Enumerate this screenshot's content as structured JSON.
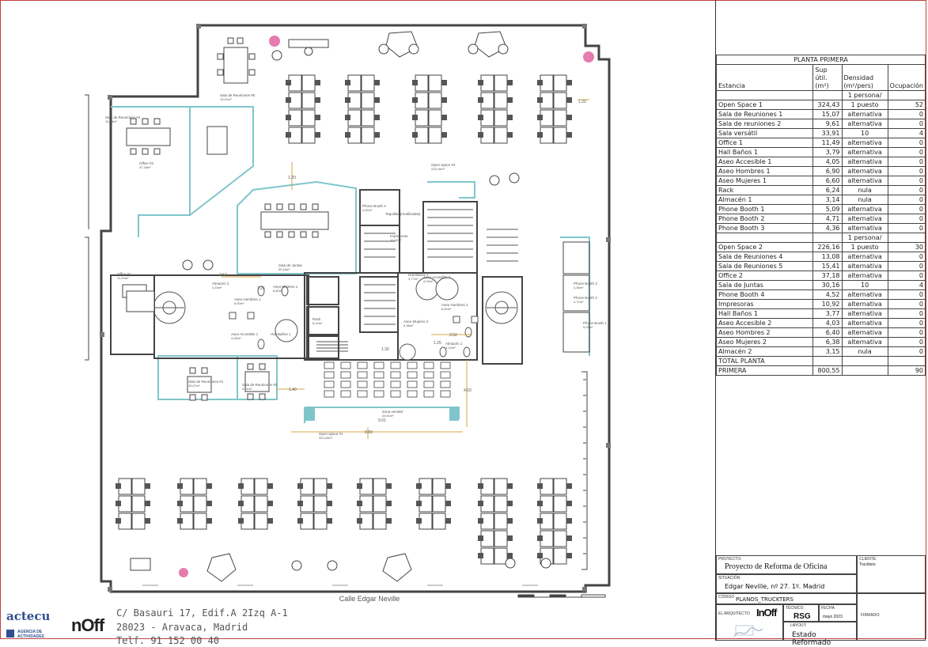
{
  "floor_plan": {
    "street_label": "Calle Edgar Neville",
    "rooms": [
      {
        "name": "Sala de Reuniones #5",
        "area": "15,41m²"
      },
      {
        "name": "Sala de Reuniones #4",
        "area": "13,08m²"
      },
      {
        "name": "Office #2",
        "area": "37,18m²"
      },
      {
        "name": "Open space #2",
        "area": "226,16m²"
      },
      {
        "name": "Sala de Juntas",
        "area": "30,16m²"
      },
      {
        "name": "Phone Booth 4",
        "area": "4,52m²"
      },
      {
        "name": "Impresoras",
        "area": "10,92m²"
      },
      {
        "name": "Hall Baños 1",
        "area": "3,77m²"
      },
      {
        "name": "Aseo Accesible 2",
        "area": "4,03m²"
      },
      {
        "name": "Aseo Hombres 2",
        "area": "6,40m²"
      },
      {
        "name": "Aseo Mujeres 2",
        "area": "6,38m²"
      },
      {
        "name": "Almacén 2",
        "area": "3,15m²"
      },
      {
        "name": "Aseo Mujeres 1",
        "area": "6,60m²"
      },
      {
        "name": "Aseo Hombres 1",
        "area": "6,90m²"
      },
      {
        "name": "Aseo Accesible 1",
        "area": "4,05m²"
      },
      {
        "name": "Hall Baños 1",
        "area": ""
      },
      {
        "name": "Office #1",
        "area": "11,49m²"
      },
      {
        "name": "Almacén 1",
        "area": "3,14m²"
      },
      {
        "name": "Rack",
        "area": "6,24m²"
      },
      {
        "name": "Sala de Reuniones #1",
        "area": "15,07m²"
      },
      {
        "name": "Sala de Reuniones #2",
        "area": "9,61m²"
      },
      {
        "name": "Zona versátil",
        "area": "33,91m²"
      },
      {
        "name": "Open space #1",
        "area": "324,43m²"
      },
      {
        "name": "Phone Booth 3",
        "area": "4,36m²"
      },
      {
        "name": "Phone Booth 2",
        "area": "4,71m²"
      },
      {
        "name": "Phone Booth 1",
        "area": "5,09m²"
      },
      {
        "name": "Taquillas (reutilizadas)",
        "area": ""
      }
    ],
    "dimensions": [
      "1.20",
      "1.20",
      "2.52",
      "1.25",
      "1.30",
      "1.25",
      "2.52",
      "1.40",
      "9.01",
      "4.03",
      "0.90"
    ]
  },
  "area_table": {
    "title": "PLANTA PRIMERA",
    "headers": [
      "Estancia",
      "Sup útil. (m²)",
      "Densidad (m²/pers)",
      "Ocupación"
    ],
    "rows": [
      [
        "",
        "",
        "1 persona/",
        ""
      ],
      [
        "Open Space 1",
        "324,43",
        "1 puesto",
        "52"
      ],
      [
        "Sala de Reuniones 1",
        "15,07",
        "alternativa",
        "0"
      ],
      [
        "Sala de reuniones 2",
        "9,61",
        "alternativa",
        "0"
      ],
      [
        "Sala versátil",
        "33,91",
        "10",
        "4"
      ],
      [
        "Office 1",
        "11,49",
        "alternativa",
        "0"
      ],
      [
        "Hall Baños 1",
        "3,79",
        "alternativa",
        "0"
      ],
      [
        "Aseo Accesible 1",
        "4,05",
        "alternativa",
        "0"
      ],
      [
        "Aseo Hombres 1",
        "6,90",
        "alternativa",
        "0"
      ],
      [
        "Aseo Mujeres 1",
        "6,60",
        "alternativa",
        "0"
      ],
      [
        "Rack",
        "6,24",
        "nula",
        "0"
      ],
      [
        "Almacén 1",
        "3,14",
        "nula",
        "0"
      ],
      [
        "Phone Booth 1",
        "5,09",
        "alternativa",
        "0"
      ],
      [
        "Phone Booth 2",
        "4,71",
        "alternativa",
        "0"
      ],
      [
        "Phone Booth 3",
        "4,36",
        "alternativa",
        "0"
      ],
      [
        "",
        "",
        "1 persona/",
        ""
      ],
      [
        "Open Space 2",
        "226,16",
        "1 puesto",
        "30"
      ],
      [
        "Sala de Reuniones 4",
        "13,08",
        "alternativa",
        "0"
      ],
      [
        "Sala de Reuniones 5",
        "15,41",
        "alternativa",
        "0"
      ],
      [
        "Office 2",
        "37,18",
        "alternativa",
        "0"
      ],
      [
        "Sala de Juntas",
        "30,16",
        "10",
        "4"
      ],
      [
        "Phone Booth 4",
        "4,52",
        "alternativa",
        "0"
      ],
      [
        "Impresoras",
        "10,92",
        "alternativa",
        "0"
      ],
      [
        "Hall Baños 1",
        "3,77",
        "alternativa",
        "0"
      ],
      [
        "Aseo Accesible 2",
        "4,03",
        "alternativa",
        "0"
      ],
      [
        "Aseo Hombres 2",
        "6,40",
        "alternativa",
        "0"
      ],
      [
        "Aseo Mujeres 2",
        "6,38",
        "alternativa",
        "0"
      ],
      [
        "Almacén 2",
        "3,15",
        "nula",
        "0"
      ],
      [
        "TOTAL PLANTA",
        "",
        "",
        ""
      ],
      [
        "PRIMERA",
        "800,55",
        "",
        "90"
      ]
    ]
  },
  "cartel": {
    "proyecto_label": "PROYECTO:",
    "proyecto": "Proyecto de Reforma de Oficina",
    "cliente_label": "CLIENTE:",
    "cliente": "Truckters",
    "situacion_label": "SITUACIÓN",
    "situacion": "Edgar Neville, nº 27. 1º. Madrid",
    "codigo_label": "CÓDIGO",
    "codigo": "PLANOS_TRUCKTERS",
    "arquitecto_label": "EL ARQUITECTO",
    "arquitecto_logo": "InOff",
    "tecnico_label": "TÉCNICO",
    "tecnico": "RSG",
    "fecha_label": "FECHA",
    "fecha": "mayo 2023",
    "firmado_label": "FIRMADO:",
    "layout_label": "LAYOUT:",
    "layout": "Estado Reformado"
  },
  "footer": {
    "address_line1": "C/ Basauri 17, Edif.A 2Izq A-1",
    "address_line2": "28023 - Aravaca, Madrid",
    "address_line3": "Telf. 91 152 00 40",
    "logo_actecu": "actecu",
    "logo_agencia": "AGENCIA DE ACTIVIDADES",
    "logo_inoff": "nOff"
  },
  "colors": {
    "wall": "#444444",
    "accent_blue": "#7fc6cc",
    "dimension": "#d9a441",
    "plant": "#e05a9a",
    "frame": "#c04040"
  }
}
